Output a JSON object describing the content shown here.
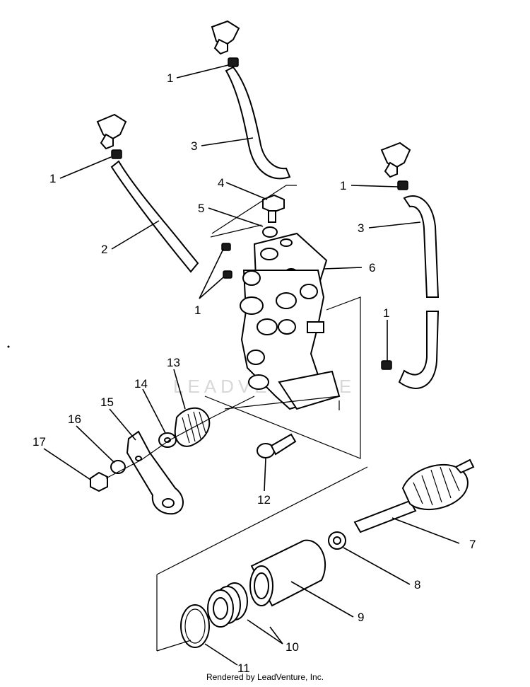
{
  "watermark": "LEADVENTURE",
  "footer": "Rendered by LeadVenture, Inc.",
  "callouts": {
    "c1a": "1",
    "c1b": "1",
    "c1c": "1",
    "c1d": "1",
    "c1e": "1",
    "c2": "2",
    "c3a": "3",
    "c3b": "3",
    "c4": "4",
    "c5": "5",
    "c6": "6",
    "c7": "7",
    "c8": "8",
    "c9": "9",
    "c10": "10",
    "c11": "11",
    "c12": "12",
    "c13": "13",
    "c14": "14",
    "c15": "15",
    "c16": "16",
    "c17": "17"
  }
}
